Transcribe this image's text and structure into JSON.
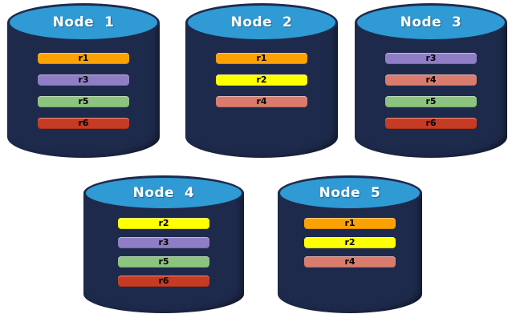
{
  "diagram": {
    "type": "database-replica-distribution",
    "colors": {
      "cylinder_body": "#1e2a4c",
      "cylinder_top": "#2f9ad4",
      "replica_colors": {
        "r1": "#fca104",
        "r2": "#feff00",
        "r3": "#8f7ec5",
        "r4": "#d97c6d",
        "r5": "#8cc47f",
        "r6": "#c63b24"
      }
    },
    "nodes": [
      {
        "label": "Node  1",
        "replicas": [
          "r1",
          "r3",
          "r5",
          "r6"
        ]
      },
      {
        "label": "Node  2",
        "replicas": [
          "r1",
          "r2",
          "r4"
        ]
      },
      {
        "label": "Node  3",
        "replicas": [
          "r3",
          "r4",
          "r5",
          "r6"
        ]
      },
      {
        "label": "Node  4",
        "replicas": [
          "r2",
          "r3",
          "r5",
          "r6"
        ]
      },
      {
        "label": "Node  5",
        "replicas": [
          "r1",
          "r2",
          "r4"
        ]
      }
    ]
  }
}
